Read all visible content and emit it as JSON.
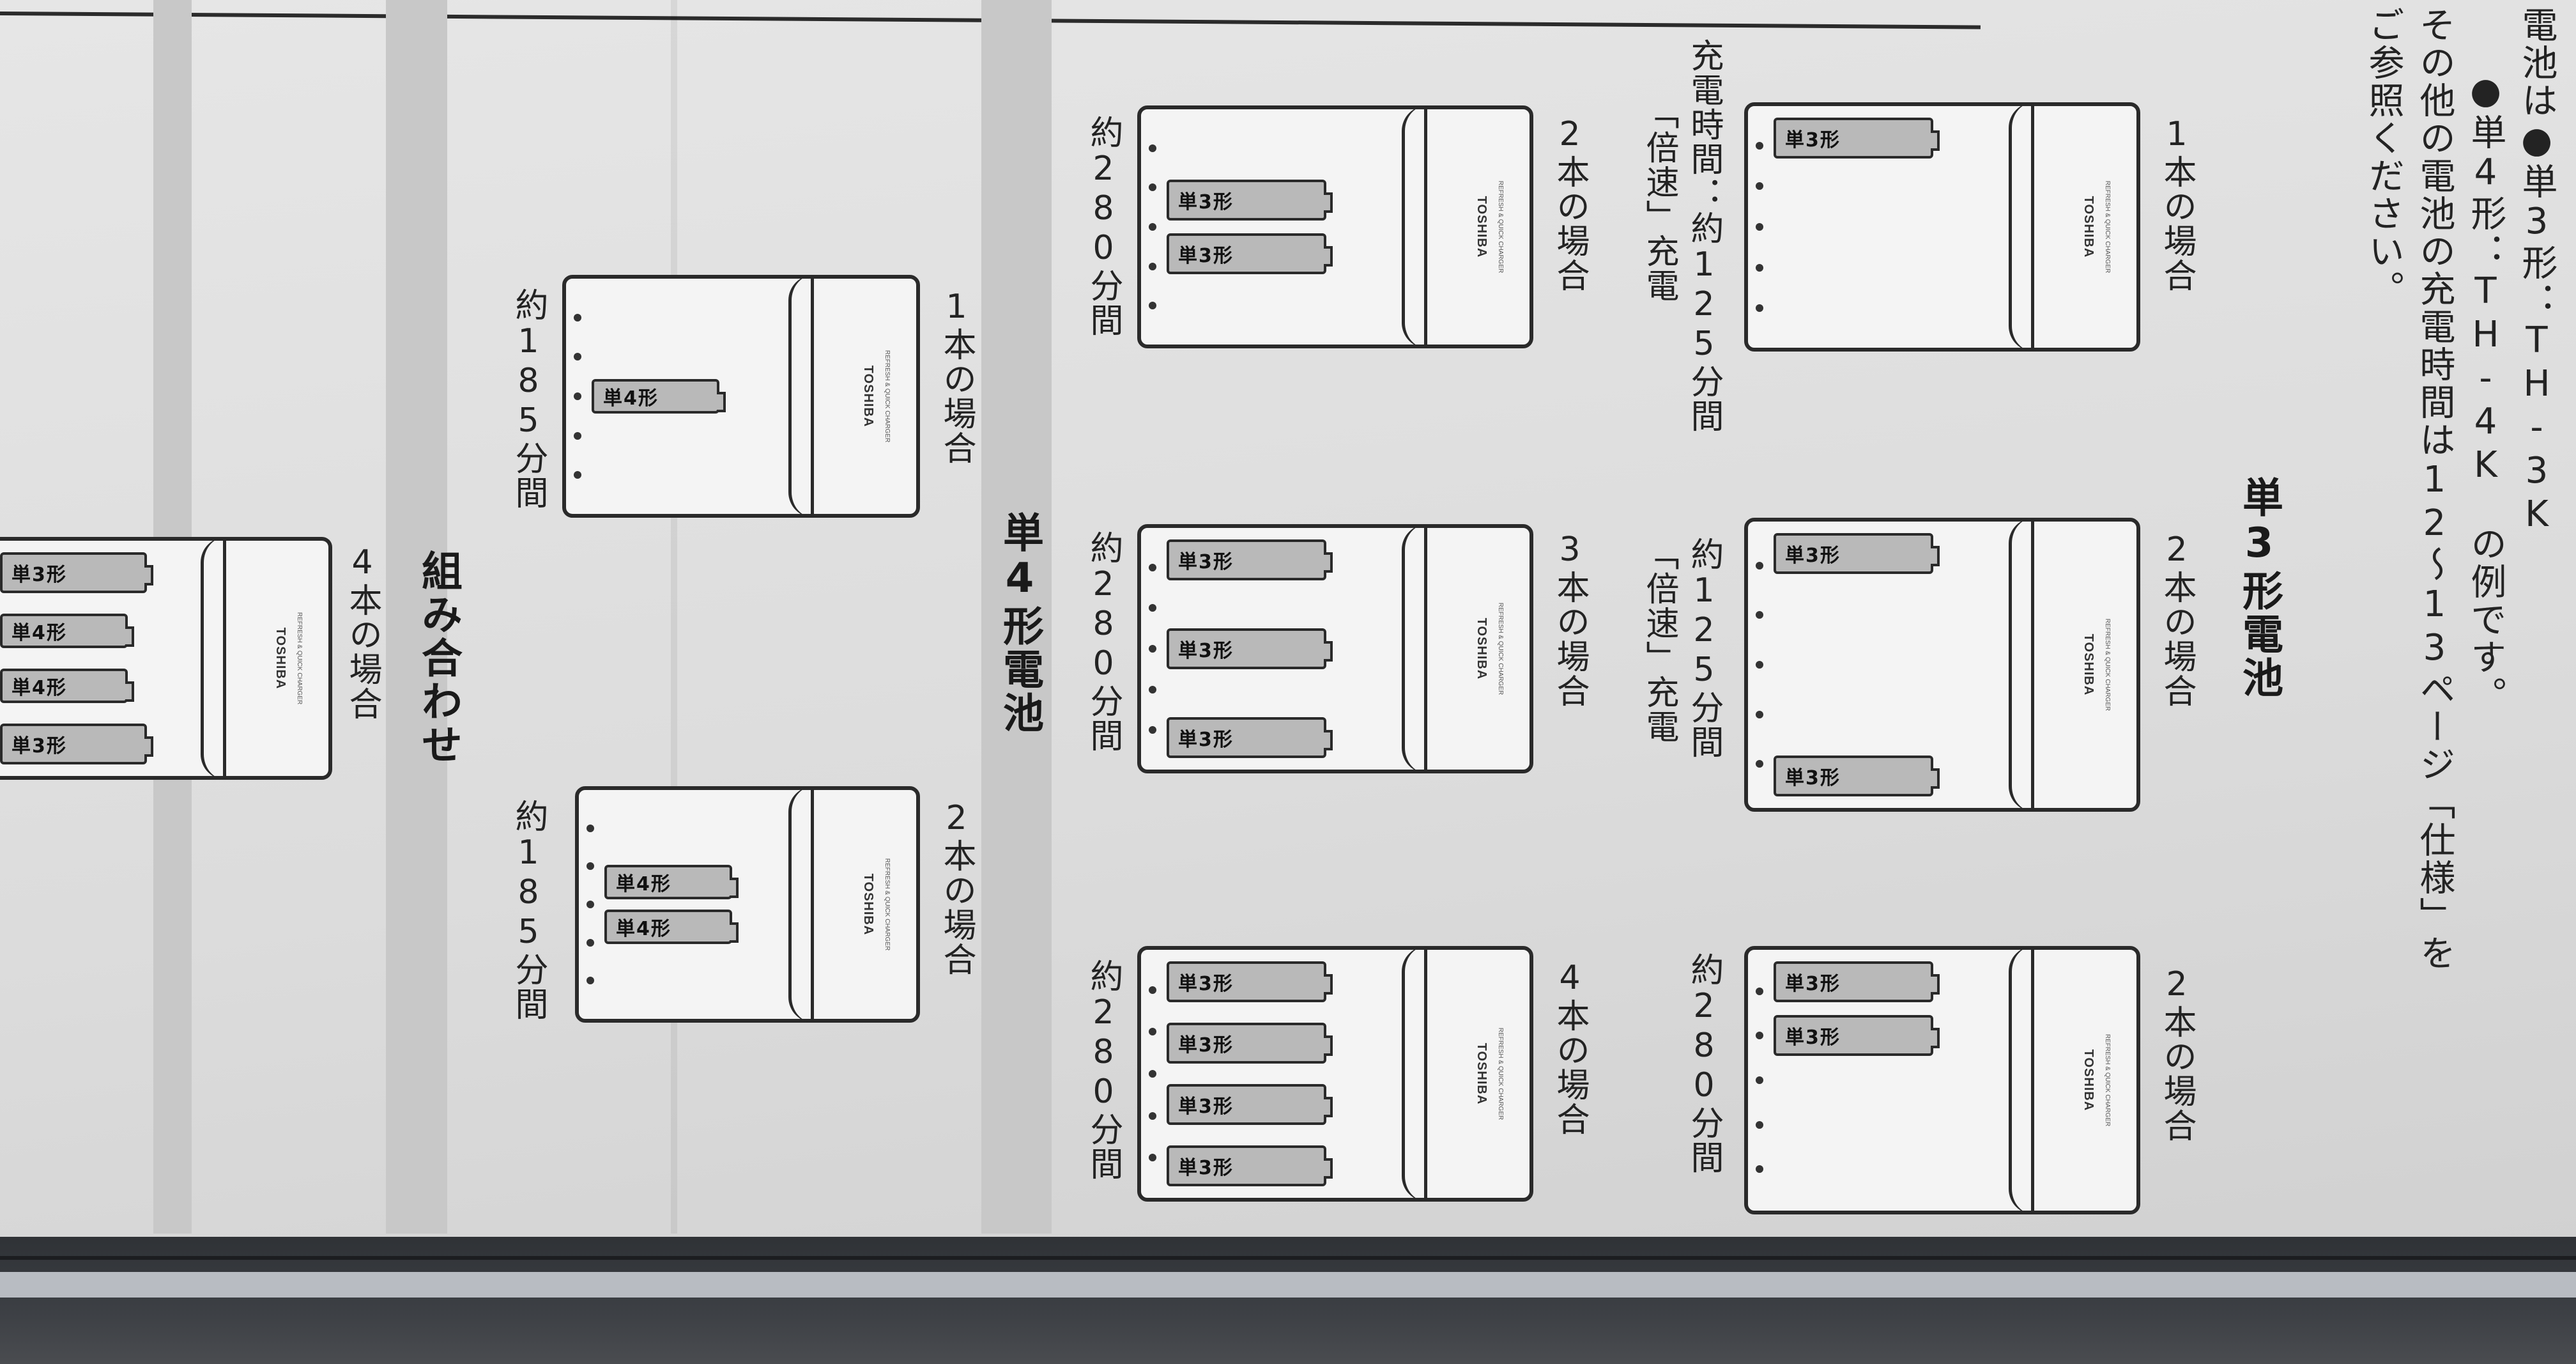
{
  "top_note": {
    "line1": "電池は●単3形：TH-3K",
    "line2": "●単4形：TH-4K　の例です。",
    "line3": "その他の電池の充電時間は12～13ページ「仕様」を",
    "line4": "ご参照ください。"
  },
  "sections": {
    "aa_title": "単3形電池",
    "aaa_title": "単4形電池",
    "mix_title": "組み合わせ"
  },
  "cases": {
    "aa1": {
      "label": "1本の場合",
      "time": "充電時間：約125分間",
      "time2": "「倍速」充電"
    },
    "aa2a": {
      "label": "2本の場合",
      "time": "約125分間",
      "time2": "「倍速」充電"
    },
    "aa2b": {
      "label": "2本の場合",
      "time": "約280分間"
    },
    "aa2c": {
      "label": "2本の場合",
      "time": "約280分間"
    },
    "aa3": {
      "label": "3本の場合",
      "time": "約280分間"
    },
    "aa4": {
      "label": "4本の場合",
      "time": "約280分間"
    },
    "aaa1": {
      "label": "1本の場合",
      "time": "約185分間"
    },
    "aaa2": {
      "label": "2本の場合",
      "time": "約185分間"
    },
    "mix4": {
      "label": "4本の場合"
    }
  },
  "cell_labels": {
    "aa": "単3形",
    "aaa": "単4形"
  },
  "brand": "TOSHIBA",
  "brand_sub": "REFRESH & QUICK CHARGER"
}
